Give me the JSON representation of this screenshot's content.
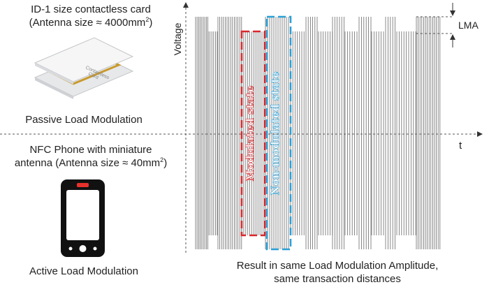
{
  "left_panel": {
    "card": {
      "title_line1": "ID-1 size contactless card",
      "title_line2_prefix": "(Antenna size ≈ 4000mm",
      "title_line2_sup": "2",
      "title_line2_suffix": ")",
      "card_text_line1": "Contactless",
      "card_text_line2": "Card",
      "caption": "Passive Load Modulation"
    },
    "phone": {
      "title_line1": "NFC Phone with miniature",
      "title_line2_prefix": "antenna (Antenna size ≈ 40mm",
      "title_line2_sup": "2",
      "title_line2_suffix": ")",
      "caption": "Active Load Modulation",
      "accent_color": "#e8312c",
      "body_color": "#111111"
    }
  },
  "waveform": {
    "y_label": "Voltage",
    "x_label": "t",
    "lma_label": "LMA",
    "modulated_label": "Modulated state",
    "non_modulated_label": "Non-modulated state",
    "modulated_color": "#d9262b",
    "non_modulated_color": "#2a9fd6",
    "result_line1": "Result in same Load Modulation Amplitude,",
    "result_line2": "same transaction distances"
  }
}
